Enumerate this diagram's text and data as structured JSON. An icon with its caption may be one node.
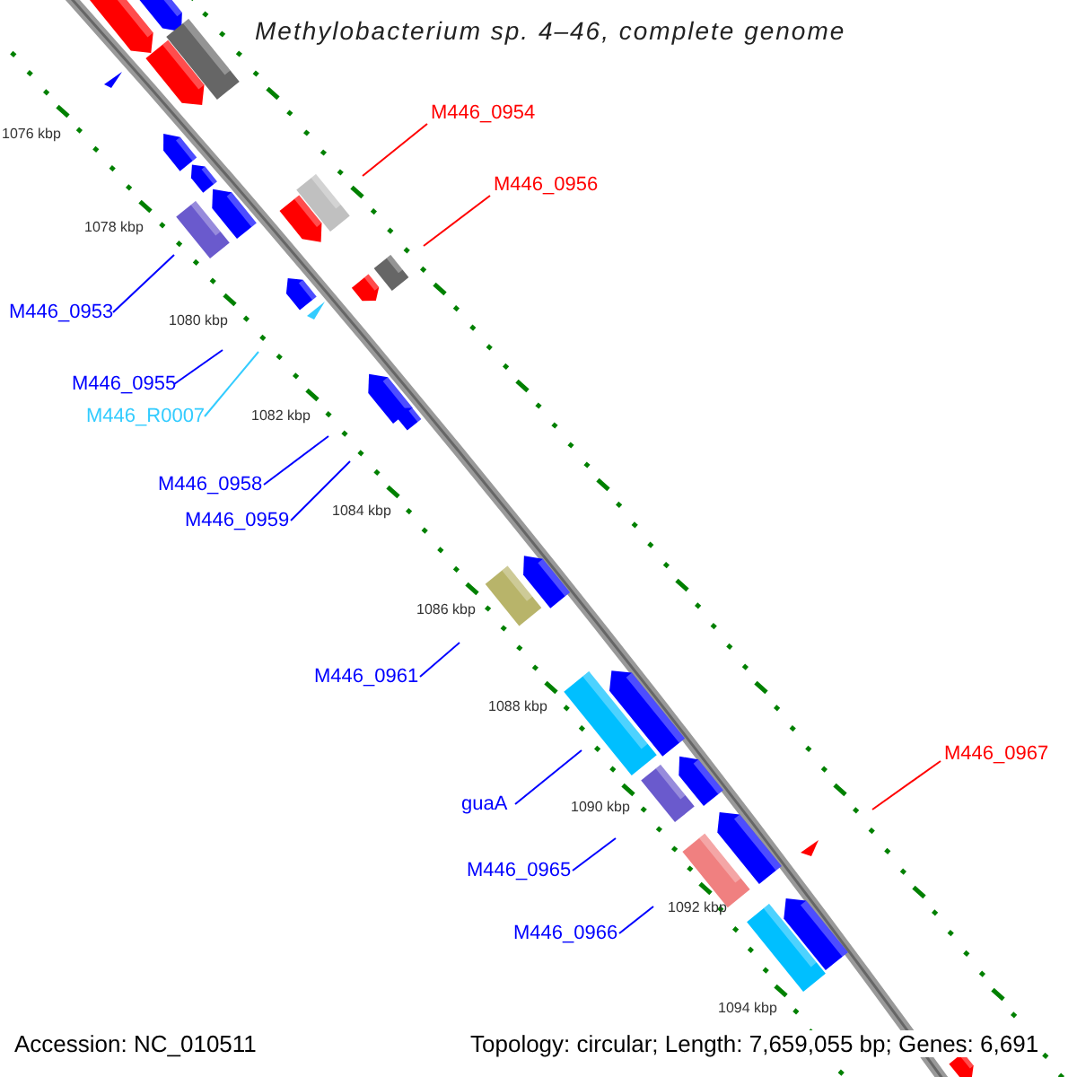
{
  "diagram": {
    "title": "Methylobacterium sp. 4–46, complete genome",
    "nodes": [
      {
        "text": [
          "M446_0954"
        ]
      },
      {
        "text": [
          "M446_0956"
        ]
      },
      {
        "text": [
          "M446_0953"
        ]
      },
      {
        "text": [
          "M446_0955"
        ]
      },
      {
        "text": [
          "M446_R0007"
        ]
      },
      {
        "text": [
          "M446_0958"
        ]
      },
      {
        "text": [
          "M446_0959"
        ]
      },
      {
        "text": [
          "M446_0961"
        ]
      },
      {
        "text": [
          "M446_0967"
        ]
      },
      {
        "text": [
          "guaA"
        ]
      },
      {
        "text": [
          "M446_0965"
        ]
      },
      {
        "text": [
          "M446_0966"
        ]
      }
    ],
    "edges": [
      {
        "from": 0,
        "to": null,
        "arrow": "none",
        "color": "#ff0000"
      },
      {
        "from": 1,
        "to": null,
        "arrow": "none",
        "color": "#ff0000"
      },
      {
        "from": 2,
        "to": null,
        "arrow": "none"
      },
      {
        "from": 3,
        "to": null,
        "arrow": "none"
      },
      {
        "from": 4,
        "to": null,
        "arrow": "none",
        "color": "#33ccff"
      },
      {
        "from": 5,
        "to": null,
        "arrow": "none"
      },
      {
        "from": 6,
        "to": null,
        "arrow": "none"
      },
      {
        "from": 7,
        "to": null,
        "arrow": "none"
      },
      {
        "from": 8,
        "to": null,
        "arrow": "none",
        "color": "#ff0000"
      },
      {
        "from": 9,
        "to": null,
        "arrow": "none"
      },
      {
        "from": 10,
        "to": null,
        "arrow": "none"
      },
      {
        "from": 11,
        "to": null,
        "arrow": "none"
      }
    ],
    "labels": [
      "1076 kbp",
      "1078 kbp",
      "1080 kbp",
      "1082 kbp",
      "1084 kbp",
      "1086 kbp",
      "1088 kbp",
      "1090 kbp",
      "1092 kbp",
      "1094 kbp",
      "Accession: NC_010511",
      "Topology: circular; Length: 7,659,055 bp; Genes: 6,691"
    ]
  }
}
